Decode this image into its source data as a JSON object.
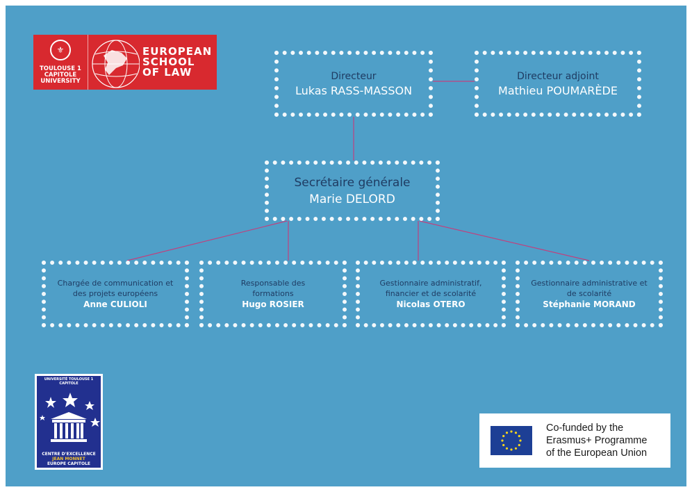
{
  "colors": {
    "background": "#4f9fc8",
    "connector": "#c0417e",
    "role_text": "#1f3c63",
    "name_text": "#ffffff",
    "school_red": "#d8292f",
    "eu_blue": "#1d3f95",
    "star_yellow": "#f7d51d"
  },
  "logos": {
    "school": {
      "university_lines": [
        "TOULOUSE 1",
        "CAPITOLE",
        "UNIVERSITY"
      ],
      "school_lines": [
        "EUROPEAN",
        "SCHOOL",
        "OF LAW"
      ]
    },
    "jean_monnet": {
      "top_lines": [
        "UNIVERSITÉ TOULOUSE 1",
        "CAPITOLE"
      ],
      "bottom_lines": [
        "CENTRE D'EXCELLENCE",
        "JEAN MONNET",
        "EUROPE CAPITOLE"
      ]
    },
    "erasmus": {
      "lines": [
        "Co-funded by the",
        "Erasmus+ Programme",
        "of the European Union"
      ]
    },
    "icons": [
      "university-seal-icon",
      "globe-icon",
      "stars-icon",
      "columns-building-icon",
      "eu-flag-icon"
    ]
  },
  "org": {
    "director": {
      "role": "Directeur",
      "name": "Lukas RASS-MASSON"
    },
    "deputy": {
      "role": "Directeur adjoint",
      "name": "Mathieu POUMARÈDE"
    },
    "secretary": {
      "role": "Secrétaire générale",
      "name": "Marie DELORD"
    },
    "staff": [
      {
        "role_lines": [
          "Chargée de communication et",
          "des projets européens"
        ],
        "name": "Anne CULIOLI"
      },
      {
        "role_lines": [
          "Responsable des",
          "formations"
        ],
        "name": "Hugo ROSIER"
      },
      {
        "role_lines": [
          "Gestionnaire administratif,",
          "financier et de scolarité"
        ],
        "name": "Nicolas OTERO"
      },
      {
        "role_lines": [
          "Gestionnaire administrative et",
          "de scolarité"
        ],
        "name": "Stéphanie MORAND"
      }
    ]
  }
}
